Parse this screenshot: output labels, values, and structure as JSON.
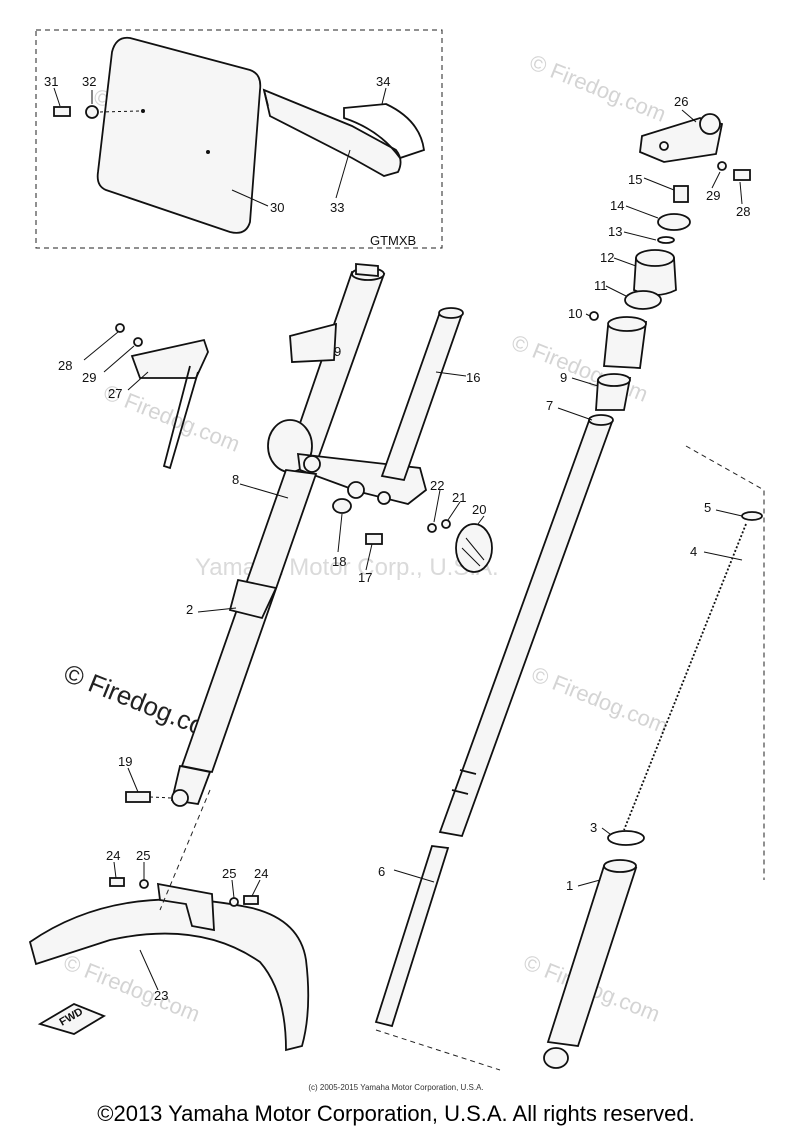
{
  "diagram": {
    "inset_code": "GTMXB",
    "center_watermark": "Yamaha Motor Corp., U.S.A.",
    "watermark_text": "© Firedog.com",
    "fwd_label": "FWD",
    "callouts": {
      "c1": "1",
      "c2": "2",
      "c3": "3",
      "c4": "4",
      "c5": "5",
      "c6": "6",
      "c7": "7",
      "c8": "8",
      "c9": "9",
      "c10": "10",
      "c11": "11",
      "c12": "12",
      "c13": "13",
      "c14": "14",
      "c15": "15",
      "c16": "16",
      "c17": "17",
      "c18": "18",
      "c19": "19",
      "c20": "20",
      "c21": "21",
      "c22": "22",
      "c23": "23",
      "c24a": "24",
      "c24b": "24",
      "c25a": "25",
      "c25b": "25",
      "c26": "26",
      "c27": "27",
      "c28a": "28",
      "c28b": "28",
      "c29a": "29",
      "c29b": "29",
      "c30": "30",
      "c31": "31",
      "c32": "32",
      "c33": "33",
      "c34": "34"
    }
  },
  "footer": {
    "small_copyright": "(c) 2005-2015 Yamaha Motor Corporation, U.S.A.",
    "copyright": "©2013 Yamaha Motor Corporation, U.S.A. All rights reserved."
  }
}
